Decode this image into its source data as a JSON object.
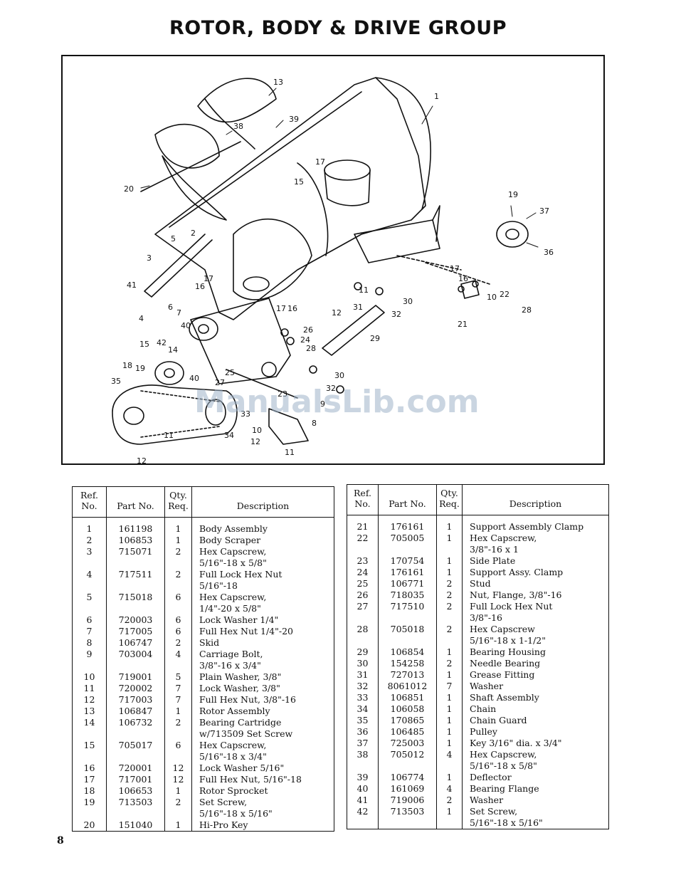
{
  "title": "ROTOR, BODY & DRIVE GROUP",
  "page_number": "8",
  "watermark": "ManualsLib.com",
  "diagram": {
    "callouts": [
      "1",
      "13",
      "39",
      "38",
      "17",
      "15",
      "20",
      "19",
      "37",
      "36",
      "5",
      "2",
      "3",
      "41",
      "17",
      "16",
      "4",
      "6",
      "7",
      "11",
      "12",
      "31",
      "30",
      "32",
      "29",
      "17",
      "16",
      "22",
      "10",
      "21",
      "28",
      "26",
      "24",
      "28",
      "15",
      "42",
      "14",
      "40",
      "40",
      "25",
      "27",
      "18",
      "19",
      "35",
      "23",
      "30",
      "32",
      "9",
      "33",
      "34",
      "8",
      "11",
      "12",
      "10",
      "11"
    ]
  },
  "table": {
    "headers": {
      "ref": [
        "Ref.",
        "No."
      ],
      "part": "Part No.",
      "qty": [
        "Qty.",
        "Req."
      ],
      "desc": "Description"
    },
    "left_rows": [
      {
        "ref": "1",
        "part": "161198",
        "qty": "1",
        "desc": [
          "Body Assembly"
        ]
      },
      {
        "ref": "2",
        "part": "106853",
        "qty": "1",
        "desc": [
          "Body Scraper"
        ]
      },
      {
        "ref": "3",
        "part": "715071",
        "qty": "2",
        "desc": [
          "Hex Capscrew,",
          "5/16\"-18 x 5/8\""
        ]
      },
      {
        "ref": "4",
        "part": "717511",
        "qty": "2",
        "desc": [
          "Full Lock Hex Nut",
          "5/16\"-18"
        ]
      },
      {
        "ref": "5",
        "part": "715018",
        "qty": "6",
        "desc": [
          "Hex Capscrew,",
          "1/4\"-20 x 5/8\""
        ]
      },
      {
        "ref": "6",
        "part": "720003",
        "qty": "6",
        "desc": [
          "Lock Washer 1/4\""
        ]
      },
      {
        "ref": "7",
        "part": "717005",
        "qty": "6",
        "desc": [
          "Full Hex Nut 1/4\"-20"
        ]
      },
      {
        "ref": "8",
        "part": "106747",
        "qty": "2",
        "desc": [
          "Skid"
        ]
      },
      {
        "ref": "9",
        "part": "703004",
        "qty": "4",
        "desc": [
          "Carriage Bolt,",
          "3/8\"-16 x 3/4\""
        ]
      },
      {
        "ref": "10",
        "part": "719001",
        "qty": "5",
        "desc": [
          "Plain Washer, 3/8\""
        ]
      },
      {
        "ref": "11",
        "part": "720002",
        "qty": "7",
        "desc": [
          "Lock Washer, 3/8\""
        ]
      },
      {
        "ref": "12",
        "part": "717003",
        "qty": "7",
        "desc": [
          "Full Hex Nut, 3/8\"-16"
        ]
      },
      {
        "ref": "13",
        "part": "106847",
        "qty": "1",
        "desc": [
          "Rotor Assembly"
        ]
      },
      {
        "ref": "14",
        "part": "106732",
        "qty": "2",
        "desc": [
          "Bearing Cartridge",
          "w/713509 Set Screw"
        ]
      },
      {
        "ref": "15",
        "part": "705017",
        "qty": "6",
        "desc": [
          "Hex Capscrew,",
          "5/16\"-18 x 3/4\""
        ]
      },
      {
        "ref": "16",
        "part": "720001",
        "qty": "12",
        "desc": [
          "Lock Washer 5/16\""
        ]
      },
      {
        "ref": "17",
        "part": "717001",
        "qty": "12",
        "desc": [
          "Full Hex Nut, 5/16\"-18"
        ]
      },
      {
        "ref": "18",
        "part": "106653",
        "qty": "1",
        "desc": [
          "Rotor Sprocket"
        ]
      },
      {
        "ref": "19",
        "part": "713503",
        "qty": "2",
        "desc": [
          "Set Screw,",
          "5/16\"-18 x 5/16\""
        ]
      },
      {
        "ref": "20",
        "part": "151040",
        "qty": "1",
        "desc": [
          "Hi-Pro Key"
        ]
      }
    ],
    "right_rows": [
      {
        "ref": "21",
        "part": "176161",
        "qty": "1",
        "desc": [
          "Support Assembly Clamp"
        ]
      },
      {
        "ref": "22",
        "part": "705005",
        "qty": "1",
        "desc": [
          "Hex Capscrew,",
          "3/8\"-16 x 1"
        ]
      },
      {
        "ref": "23",
        "part": "170754",
        "qty": "1",
        "desc": [
          "Side Plate"
        ]
      },
      {
        "ref": "24",
        "part": "176161",
        "qty": "1",
        "desc": [
          "Support Assy. Clamp"
        ]
      },
      {
        "ref": "25",
        "part": "106771",
        "qty": "2",
        "desc": [
          "Stud"
        ]
      },
      {
        "ref": "26",
        "part": "718035",
        "qty": "2",
        "desc": [
          "Nut, Flange, 3/8\"-16"
        ]
      },
      {
        "ref": "27",
        "part": "717510",
        "qty": "2",
        "desc": [
          "Full Lock Hex Nut",
          "3/8\"-16"
        ]
      },
      {
        "ref": "28",
        "part": "705018",
        "qty": "2",
        "desc": [
          "Hex Capscrew",
          "5/16\"-18 x 1-1/2\""
        ]
      },
      {
        "ref": "29",
        "part": "106854",
        "qty": "1",
        "desc": [
          "Bearing Housing"
        ]
      },
      {
        "ref": "30",
        "part": "154258",
        "qty": "2",
        "desc": [
          "Needle Bearing"
        ]
      },
      {
        "ref": "31",
        "part": "727013",
        "qty": "1",
        "desc": [
          "Grease Fitting"
        ]
      },
      {
        "ref": "32",
        "part": "8061012",
        "qty": "7",
        "desc": [
          "Washer"
        ]
      },
      {
        "ref": "33",
        "part": "106851",
        "qty": "1",
        "desc": [
          "Shaft Assembly"
        ]
      },
      {
        "ref": "34",
        "part": "106058",
        "qty": "1",
        "desc": [
          "Chain"
        ]
      },
      {
        "ref": "35",
        "part": "170865",
        "qty": "1",
        "desc": [
          "Chain Guard"
        ]
      },
      {
        "ref": "36",
        "part": "106485",
        "qty": "1",
        "desc": [
          "Pulley"
        ]
      },
      {
        "ref": "37",
        "part": "725003",
        "qty": "1",
        "desc": [
          "Key 3/16\" dia. x 3/4\""
        ]
      },
      {
        "ref": "38",
        "part": "705012",
        "qty": "4",
        "desc": [
          "Hex Capscrew,",
          "5/16\"-18 x 5/8\""
        ]
      },
      {
        "ref": "39",
        "part": "106774",
        "qty": "1",
        "desc": [
          "Deflector"
        ]
      },
      {
        "ref": "40",
        "part": "161069",
        "qty": "4",
        "desc": [
          "Bearing Flange"
        ]
      },
      {
        "ref": "41",
        "part": "719006",
        "qty": "2",
        "desc": [
          "Washer"
        ]
      },
      {
        "ref": "42",
        "part": "713503",
        "qty": "1",
        "desc": [
          "Set Screw,",
          "5/16\"-18 x 5/16\""
        ]
      }
    ]
  }
}
